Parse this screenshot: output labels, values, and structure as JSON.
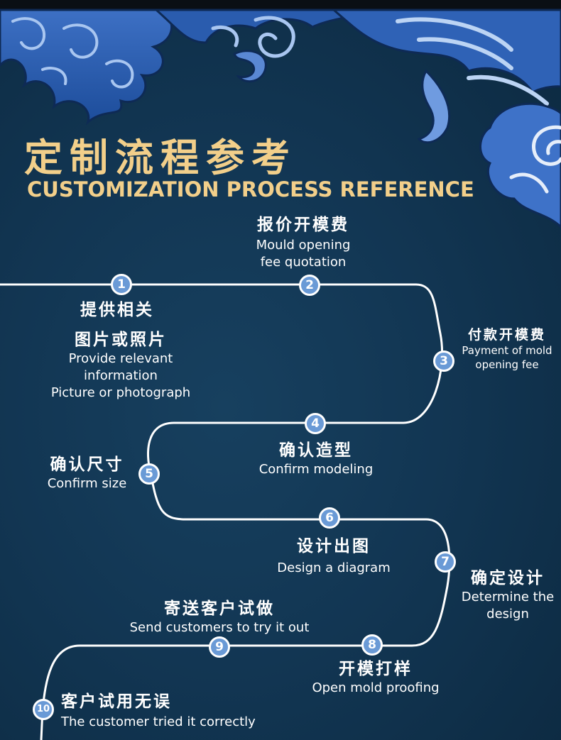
{
  "title": {
    "cn": "定制流程参考",
    "en": "CUSTOMIZATION PROCESS REFERENCE"
  },
  "colors": {
    "background": "#123653",
    "title": "#f2cf8a",
    "node_fill": "#6a9ad6",
    "line": "#ffffff",
    "wave_dark": "#1d4d9b",
    "wave_light": "#6f9be0"
  },
  "steps": [
    {
      "num": "1",
      "cn_lines": [
        "提供相关",
        "图片或照片"
      ],
      "en_lines": [
        "Provide relevant",
        "information",
        "Picture or photograph"
      ]
    },
    {
      "num": "2",
      "cn_lines": [
        "报价开模费"
      ],
      "en_lines": [
        "Mould opening",
        "fee quotation"
      ]
    },
    {
      "num": "3",
      "cn_lines": [
        "付款开模费"
      ],
      "en_lines": [
        "Payment of mold",
        "opening fee"
      ]
    },
    {
      "num": "4",
      "cn_lines": [
        "确认造型"
      ],
      "en_lines": [
        "Confirm modeling"
      ]
    },
    {
      "num": "5",
      "cn_lines": [
        "确认尺寸"
      ],
      "en_lines": [
        "Confirm size"
      ]
    },
    {
      "num": "6",
      "cn_lines": [
        "设计出图"
      ],
      "en_lines": [
        "Design a diagram"
      ]
    },
    {
      "num": "7",
      "cn_lines": [
        "确定设计"
      ],
      "en_lines": [
        "Determine the",
        "design"
      ]
    },
    {
      "num": "8",
      "cn_lines": [
        "开模打样"
      ],
      "en_lines": [
        "Open mold proofing"
      ]
    },
    {
      "num": "9",
      "cn_lines": [
        "寄送客户试做"
      ],
      "en_lines": [
        "Send customers to try it out"
      ]
    },
    {
      "num": "10",
      "cn_lines": [
        "客户试用无误"
      ],
      "en_lines": [
        "The customer tried it correctly"
      ]
    }
  ]
}
